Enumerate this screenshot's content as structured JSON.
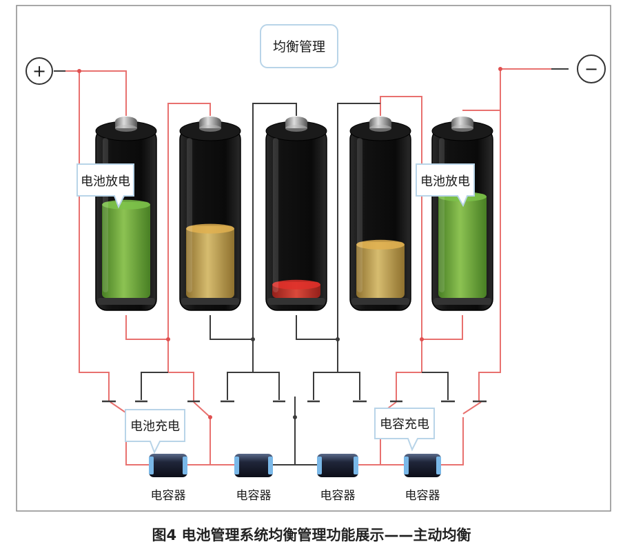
{
  "title_box": "均衡管理",
  "terminals": {
    "positive": "+",
    "negative": "−"
  },
  "callouts": {
    "left_discharge": "电池放电",
    "right_discharge": "电池放电",
    "battery_charge": "电池充电",
    "capacitor_charge": "电容充电"
  },
  "capacitors": [
    {
      "label": "电容器"
    },
    {
      "label": "电容器"
    },
    {
      "label": "电容器"
    },
    {
      "label": "电容器"
    }
  ],
  "batteries": [
    {
      "level": 0.6,
      "color": "green"
    },
    {
      "level": 0.45,
      "color": "yellow"
    },
    {
      "level": 0.1,
      "color": "red"
    },
    {
      "level": 0.35,
      "color": "yellow"
    },
    {
      "level": 0.65,
      "color": "green"
    }
  ],
  "colors": {
    "wire_red": "#e8706e",
    "wire_dark": "#3a3a3a",
    "green": "#7cc24a",
    "yellow": "#e0b050",
    "red": "#e0302a"
  },
  "caption": "图4 电池管理系统均衡管理功能展示——主动均衡"
}
